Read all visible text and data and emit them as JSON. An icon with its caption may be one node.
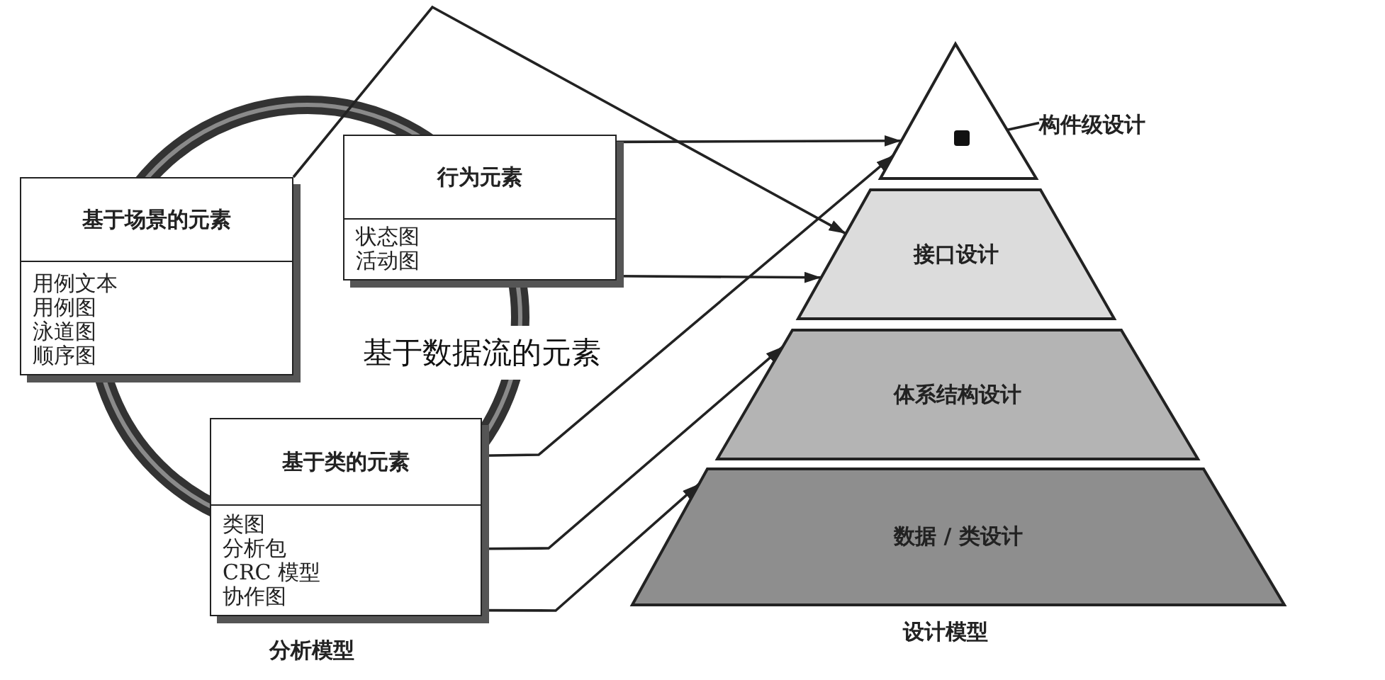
{
  "diagram": {
    "nodes": [
      {
        "text": [
          "基于场景的元素",
          "用例文本",
          "用例图",
          "泳道图",
          "顺序图"
        ]
      },
      {
        "text": [
          "行为元素",
          "状态图",
          "活动图"
        ]
      },
      {
        "text": [
          "基于类的元素",
          "类图",
          "分析包",
          "CRC 模型",
          "协作图"
        ]
      },
      {
        "text": [],
        "shape": "triangle"
      },
      {
        "text": [],
        "shape": "box",
        "in": 3
      },
      {
        "text": [
          "构件级设计"
        ]
      },
      {
        "text": [
          "接口设计"
        ]
      },
      {
        "text": [
          "体系结构设计"
        ]
      },
      {
        "text": [
          "数据 / 类设计"
        ]
      }
    ],
    "edges": [
      {
        "from": 0,
        "to": 6,
        "arrow": "to"
      },
      {
        "from": 1,
        "to": 3,
        "arrow": "to"
      },
      {
        "from": 1,
        "to": 6,
        "arrow": "to"
      },
      {
        "from": 2,
        "to": 3,
        "arrow": "to"
      },
      {
        "from": 2,
        "to": 7,
        "arrow": "to"
      },
      {
        "from": 2,
        "to": 8,
        "arrow": "to"
      },
      {
        "from": 5,
        "to": 4,
        "arrow": "none"
      }
    ],
    "labels": [
      "基于数据流的元素",
      "分析模型",
      "设计模型"
    ]
  }
}
